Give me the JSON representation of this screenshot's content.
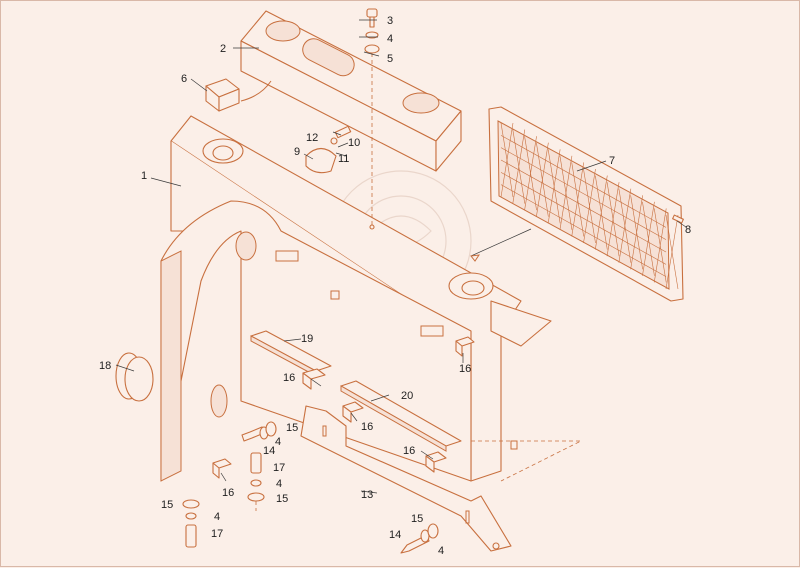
{
  "diagram": {
    "colors": {
      "background": "#fbefe8",
      "line": "#c8703f",
      "label": "#1f1f1f",
      "watermark": "#ead6cb"
    },
    "callouts": {
      "c1": "1",
      "c2": "2",
      "c3": "3",
      "c4a": "4",
      "c5": "5",
      "c6": "6",
      "c7": "7",
      "c8": "8",
      "c9": "9",
      "c10": "10",
      "c11": "11",
      "c12": "12",
      "c13": "13",
      "c14a": "14",
      "c14b": "14",
      "c15a": "15",
      "c15b": "15",
      "c15c": "15",
      "c15d": "15",
      "c4b": "4",
      "c4c": "4",
      "c4d": "4",
      "c4e": "4",
      "c16a": "16",
      "c16b": "16",
      "c16c": "16",
      "c16d": "16",
      "c16e": "16",
      "c17a": "17",
      "c17b": "17",
      "c18": "18",
      "c19": "19",
      "c20": "20"
    }
  }
}
